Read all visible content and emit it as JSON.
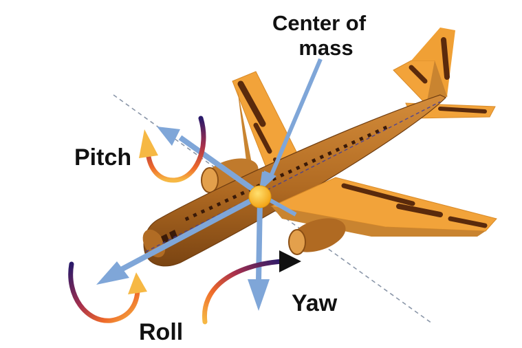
{
  "labels": {
    "center_of_mass_line1": "Center of",
    "center_of_mass_line2": "mass",
    "pitch": "Pitch",
    "yaw": "Yaw",
    "roll": "Roll"
  },
  "colors": {
    "fuselage": "#c17a2c",
    "wing": "#f2a33a",
    "wing_shadow": "#b86f22",
    "window": "#3a1a08",
    "wing_stripe": "#5a2a0c",
    "axis_arrow": "#7fa6d8",
    "center_of_mass": "#f6b81c",
    "dashed_axis": "#8a96a8",
    "rotation_gradient": [
      "#2a1a6a",
      "#a8304c",
      "#ee6a2a",
      "#f6b844"
    ]
  }
}
